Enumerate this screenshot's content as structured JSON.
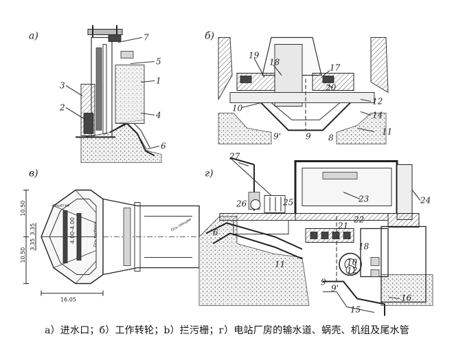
{
  "panels": {
    "a": {
      "letter": "a)",
      "labels": [
        "7",
        "5",
        "1",
        "3",
        "2",
        "4",
        "6"
      ]
    },
    "b": {
      "letter": "б)",
      "labels": [
        "19",
        "18",
        "17",
        "20",
        "10",
        "12",
        "14",
        "9'",
        "9",
        "8",
        "11"
      ]
    },
    "v": {
      "letter": "в)",
      "dims": [
        "10.50",
        "10.50",
        "3.35",
        "3.35",
        "4.00-4.00",
        "16.05"
      ],
      "texts": [
        "решетки",
        "Ось турбины",
        "Ось секции"
      ]
    },
    "g": {
      "letter": "г)",
      "labels": [
        "27",
        "26",
        "25",
        "23",
        "24",
        "22",
        "21",
        "6",
        "18",
        "11",
        "10",
        "12",
        "9",
        "9'",
        "16",
        "15"
      ]
    }
  },
  "caption": "a）进水口；б）工作转轮；b）拦污栅；г）电站厂房的输水道、蜗壳、机组及尾水管"
}
